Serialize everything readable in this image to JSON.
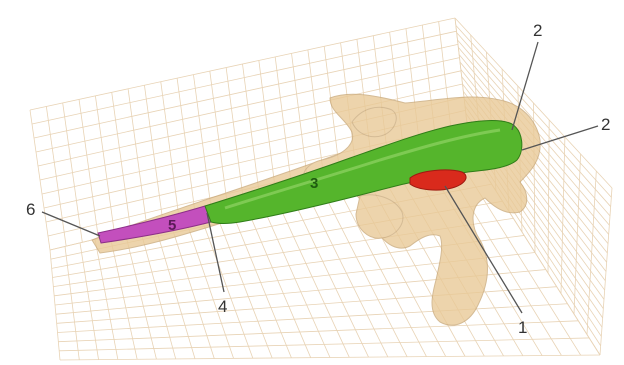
{
  "labels": {
    "callout_1": "1",
    "callout_2a": "2",
    "callout_2b": "2",
    "callout_4": "4",
    "callout_6": "6",
    "segment_3": "3",
    "segment_5": "5"
  },
  "colors": {
    "background": "#ffffff",
    "grid": "#e8d3b5",
    "tissue": "#e9c996",
    "tissue_edge": "#c9a878",
    "segment_green": "#55b52c",
    "segment_green_dark": "#2f7d18",
    "segment_magenta": "#c34fbd",
    "segment_red": "#d92a1c",
    "callout_line": "#555555",
    "label_text": "#333333",
    "segment_label_green": "#1f5c10",
    "segment_label_magenta": "#5a1a57"
  }
}
